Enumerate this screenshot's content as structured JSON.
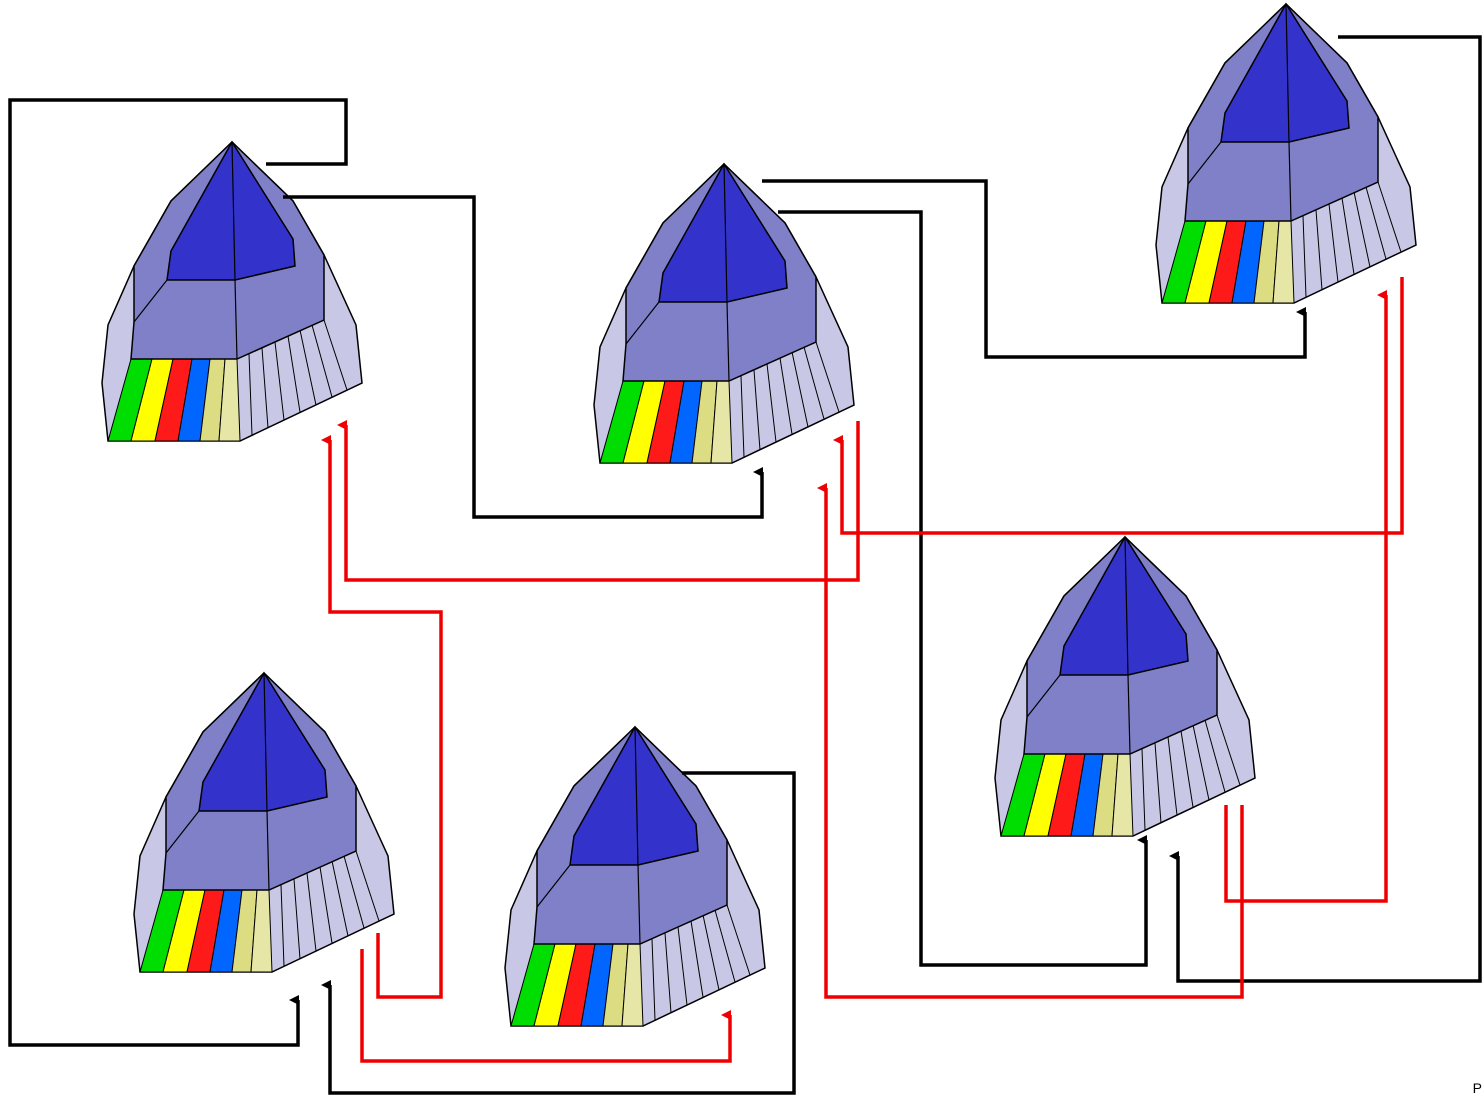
{
  "diagram": {
    "colors": {
      "background": "#ffffff",
      "black_connector": "#000000",
      "red_connector": "#ee0000",
      "tip": "#3333cc",
      "upper_band": "#8080c8",
      "lower_band": "#c8c8e6",
      "stripes": [
        "#00dd00",
        "#ffff00",
        "#ff1a1a",
        "#0066ff",
        "#dcdc82",
        "#e6e6a6"
      ]
    },
    "nodes": [
      {
        "id": "pyramid-a",
        "icon": "pyramid-icon"
      },
      {
        "id": "pyramid-b",
        "icon": "pyramid-icon"
      },
      {
        "id": "pyramid-c",
        "icon": "pyramid-icon"
      },
      {
        "id": "pyramid-d",
        "icon": "pyramid-icon"
      },
      {
        "id": "pyramid-e",
        "icon": "pyramid-icon"
      },
      {
        "id": "pyramid-f",
        "icon": "pyramid-icon"
      }
    ],
    "black_connections": [
      {
        "from": "pyramid-a",
        "to": "pyramid-b"
      },
      {
        "from": "pyramid-a",
        "to": "pyramid-e"
      },
      {
        "from": "pyramid-b",
        "to": "pyramid-c"
      },
      {
        "from": "pyramid-b",
        "to": "pyramid-d"
      },
      {
        "from": "pyramid-c",
        "to": "pyramid-d"
      },
      {
        "from": "pyramid-f",
        "to": "pyramid-e"
      }
    ],
    "red_connections": [
      {
        "from": "pyramid-b",
        "to": "pyramid-a"
      },
      {
        "from": "pyramid-c",
        "to": "pyramid-b"
      },
      {
        "from": "pyramid-d",
        "to": "pyramid-c"
      },
      {
        "from": "pyramid-d",
        "to": "pyramid-b"
      },
      {
        "from": "pyramid-e",
        "to": "pyramid-a"
      },
      {
        "from": "pyramid-e",
        "to": "pyramid-f"
      }
    ],
    "corner_label": "P"
  }
}
